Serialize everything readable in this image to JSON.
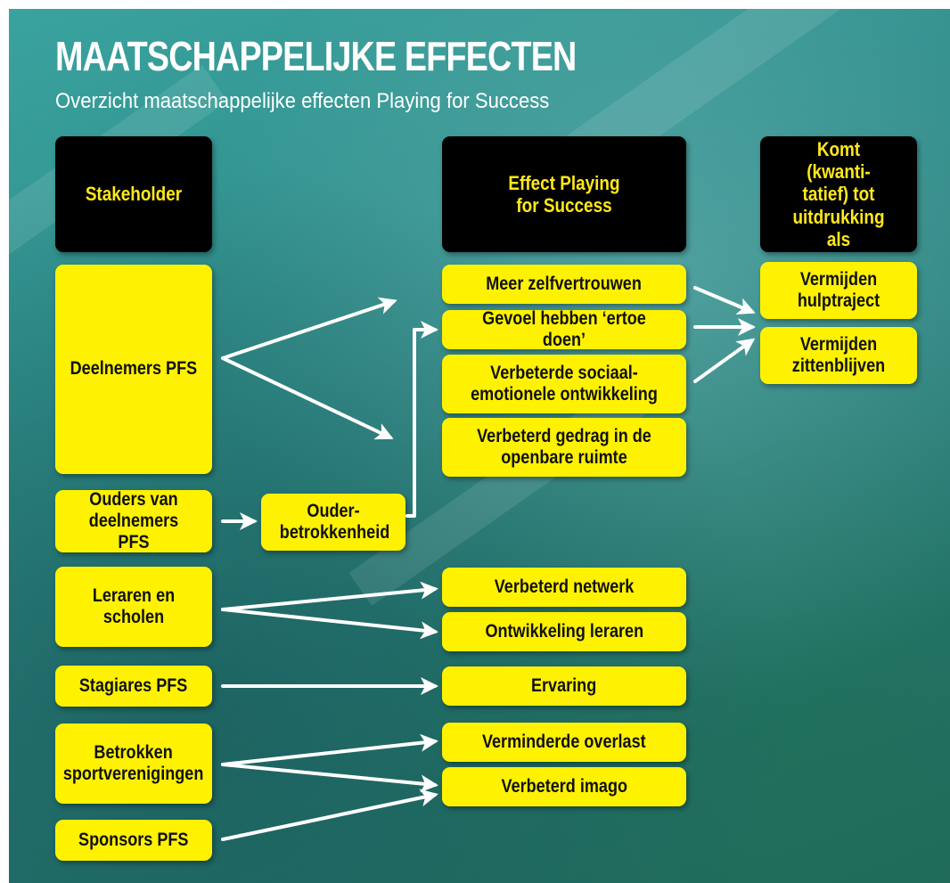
{
  "title": "MAATSCHAPPELIJKE EFFECTEN",
  "subtitle": "Overzicht maatschappelijke effecten Playing for Success",
  "columns": {
    "stakeholder": "Stakeholder",
    "effect": "Effect Playing for Success",
    "quantitative": "Komt (kwanti-tatief) tot uitdrukking als"
  },
  "stakeholders": {
    "deelnemers": "Deelnemers PFS",
    "ouders": "Ouders van deelnemers PFS",
    "leraren": "Leraren en scholen",
    "stagiares": "Stagiares PFS",
    "verenigingen": "Betrokken sportverenigingen",
    "sponsors": "Sponsors PFS"
  },
  "intermediate": {
    "ouderbetrokkenheid": "Ouder-betrokkenheid"
  },
  "effects": {
    "zelfvertrouwen": "Meer zelfvertrouwen",
    "ertoe_doen": "Gevoel hebben ‘ertoe doen’",
    "sociaal_emotioneel": "Verbeterde sociaal-emotionele ontwikkeling",
    "gedrag": "Verbeterd gedrag in de openbare ruimte",
    "netwerk": "Verbeterd netwerk",
    "ontwikkeling_leraren": "Ontwikkeling leraren",
    "ervaring": "Ervaring",
    "overlast": "Verminderde overlast",
    "imago": "Verbeterd imago"
  },
  "outcomes": {
    "hulptraject": "Vermijden hulptraject",
    "zittenblijven": "Vermijden zittenblijven"
  },
  "colors": {
    "box_fill": "#fff200",
    "header_fill": "#000000",
    "header_text": "#ffe81a",
    "arrow": "#ffffff",
    "background": "#2f8c89"
  }
}
